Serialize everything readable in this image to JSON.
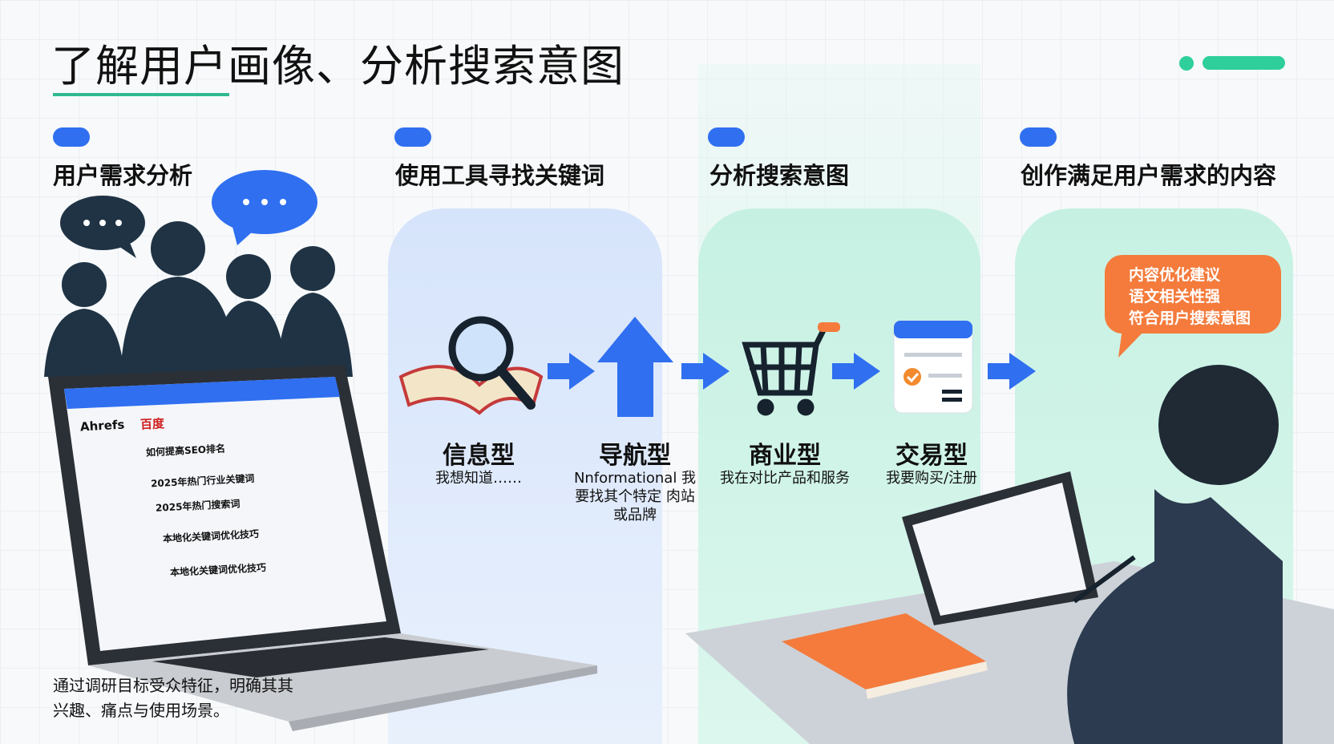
{
  "title": "了解用户画像、分析搜索意图",
  "steps": [
    {
      "label": "用户需求分析"
    },
    {
      "label": "使用工具寻找关键词"
    },
    {
      "label": "分析搜索意图"
    },
    {
      "label": "创作满足用户需求的内容"
    }
  ],
  "intents": [
    {
      "label": "信息型",
      "sub": "我想知道……"
    },
    {
      "label": "导航型",
      "sub": "Nnformational 我要找其个特定 肉站或品牌"
    },
    {
      "label": "商业型",
      "sub": "我在对比产品和服务"
    },
    {
      "label": "交易型",
      "sub": "我要购买/注册"
    }
  ],
  "bubble": {
    "lines": [
      "内容优化建议",
      "语文相关性强",
      "符合用户搜索意图"
    ]
  },
  "description": "通过调研目标受众特征，明确其其兴趣、痛点与使用场景。",
  "laptop_screen": {
    "app_name": "Ahrefs",
    "brand": "百度",
    "keywords": [
      "如何提高SEO排名",
      "2025年热门行业关键词",
      "2025年热门搜索词",
      "本地化关键词优化技巧",
      "本地化关键词优化技巧"
    ]
  },
  "colors": {
    "accent_blue": "#2f6ff0",
    "accent_green": "#2ecf9a",
    "bubble_orange": "#f47b3c",
    "panel_blue": "#dbe7fb",
    "panel_teal": "#cdf3e6"
  },
  "icons": [
    "speech-bubble-icon",
    "book-magnifier-icon",
    "arrow-right-icon",
    "arrow-up-icon",
    "shopping-cart-icon",
    "checklist-document-icon"
  ]
}
